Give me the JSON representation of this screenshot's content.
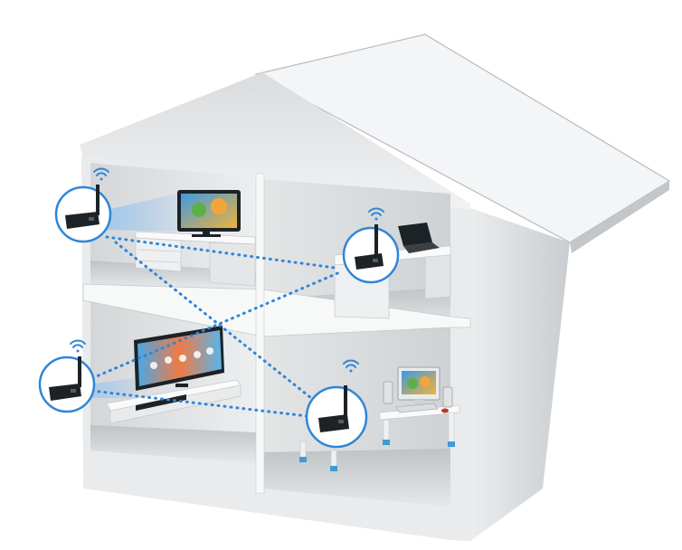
{
  "diagram": {
    "nodes": [
      {
        "id": "transmitter-top-left",
        "role": "wireless-extender",
        "room": "upper-left"
      },
      {
        "id": "receiver-top-right",
        "role": "wireless-extender",
        "room": "upper-right"
      },
      {
        "id": "receiver-bottom-left",
        "role": "wireless-extender",
        "room": "lower-left"
      },
      {
        "id": "receiver-bottom-right",
        "role": "wireless-extender",
        "room": "lower-right"
      }
    ],
    "links": [
      [
        "transmitter-top-left",
        "receiver-top-right"
      ],
      [
        "transmitter-top-left",
        "receiver-bottom-right"
      ],
      [
        "receiver-bottom-left",
        "receiver-top-right"
      ],
      [
        "receiver-bottom-left",
        "receiver-bottom-right"
      ]
    ],
    "devices": [
      {
        "room": "upper-left",
        "icon": "tv-icon"
      },
      {
        "room": "upper-right",
        "icon": "laptop-icon"
      },
      {
        "room": "lower-left",
        "icon": "widescreen-tv-icon"
      },
      {
        "room": "lower-right",
        "icon": "desktop-computer-icon"
      }
    ],
    "colors": {
      "node_ring": "#2f86d6",
      "link": "#2f86d6",
      "wifi": "#2f86d6",
      "beam": "#9ec7ec",
      "device_body": "#1c2226"
    }
  }
}
